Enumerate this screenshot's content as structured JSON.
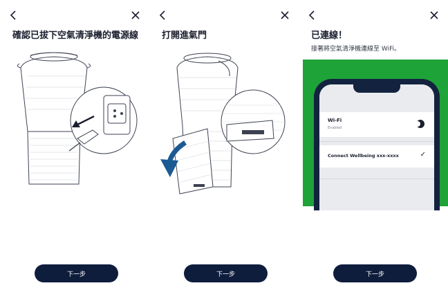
{
  "colors": {
    "primary_button": "#0f1d3d",
    "text_dark": "#1b1f2e",
    "green_backdrop": "#1ea339",
    "phone_frame": "#13233f",
    "arrow_blue": "#1c5a94"
  },
  "icons": {
    "back": "chevron-left-icon",
    "close": "close-x-icon",
    "check": "checkmark-icon",
    "toggle": "toggle-switch-icon"
  },
  "panels": [
    {
      "title": "確認已拔下空氣清淨機的電源線",
      "next_label": "下一步"
    },
    {
      "title": "打開進氣門",
      "next_label": "下一步"
    },
    {
      "title": "已連線！",
      "subtitle": "接著將空氣清淨機連線至 WiFi。",
      "next_label": "下一步",
      "phone": {
        "wifi_label": "Wi-Fi",
        "wifi_status": "Enabled",
        "network_name": "Connect Wellbeing xxx-xxxx",
        "check_glyph": "✓"
      }
    }
  ]
}
